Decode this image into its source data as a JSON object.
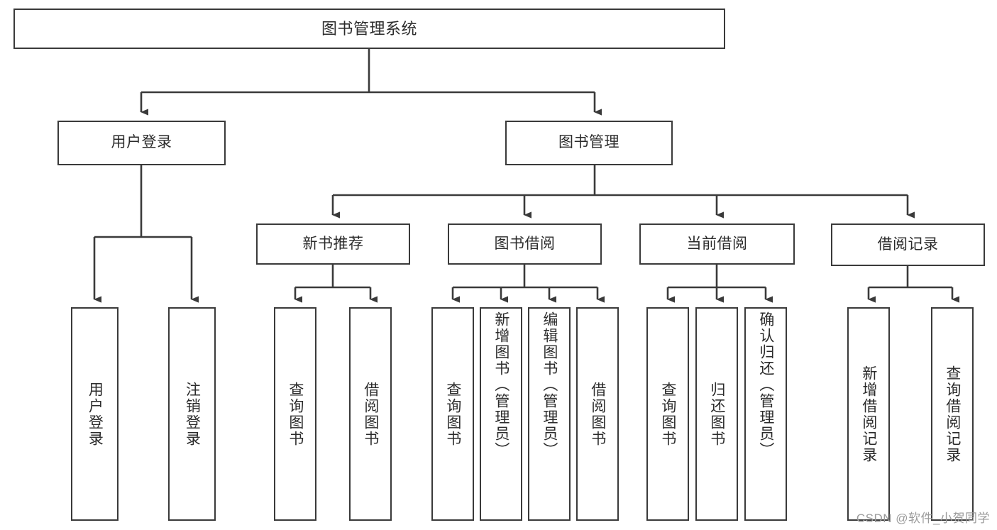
{
  "diagram": {
    "type": "tree-hierarchy",
    "title": "图书管理系统",
    "watermark": "CSDN @软件_小贺同学",
    "colors": {
      "background": "#ffffff",
      "stroke": "#3a3a3a",
      "text": "#2b2b2b",
      "watermark": "#9b9b9b"
    },
    "levels": [
      {
        "level": 1,
        "nodes": [
          {
            "id": "root",
            "label": "图书管理系统"
          }
        ]
      },
      {
        "level": 2,
        "nodes": [
          {
            "id": "user-login",
            "label": "用户登录",
            "parent": "root"
          },
          {
            "id": "book-manage",
            "label": "图书管理",
            "parent": "root"
          }
        ]
      },
      {
        "level": 3,
        "nodes": [
          {
            "id": "new-book-recommend",
            "label": "新书推荐",
            "parent": "book-manage"
          },
          {
            "id": "book-borrow",
            "label": "图书借阅",
            "parent": "book-manage"
          },
          {
            "id": "current-borrow",
            "label": "当前借阅",
            "parent": "book-manage"
          },
          {
            "id": "borrow-record",
            "label": "借阅记录",
            "parent": "book-manage"
          }
        ]
      },
      {
        "level": 4,
        "nodes": [
          {
            "id": "leaf-user-login",
            "label": "用户登录",
            "parent": "user-login"
          },
          {
            "id": "leaf-user-logout",
            "label": "注销登录",
            "parent": "user-login"
          },
          {
            "id": "leaf-query-book-1",
            "label": "查询图书",
            "parent": "new-book-recommend"
          },
          {
            "id": "leaf-borrow-book-1",
            "label": "借阅图书",
            "parent": "new-book-recommend"
          },
          {
            "id": "leaf-query-book-2",
            "label": "查询图书",
            "parent": "book-borrow"
          },
          {
            "id": "leaf-add-book",
            "label": "新增图书（管理员）",
            "parent": "book-borrow"
          },
          {
            "id": "leaf-edit-book",
            "label": "编辑图书（管理员）",
            "parent": "book-borrow"
          },
          {
            "id": "leaf-borrow-book-2",
            "label": "借阅图书",
            "parent": "book-borrow"
          },
          {
            "id": "leaf-query-book-3",
            "label": "查询图书",
            "parent": "current-borrow"
          },
          {
            "id": "leaf-return-book",
            "label": "归还图书",
            "parent": "current-borrow"
          },
          {
            "id": "leaf-confirm-return",
            "label": "确认归还（管理员）",
            "parent": "current-borrow"
          },
          {
            "id": "leaf-add-record",
            "label": "新增借阅记录",
            "parent": "borrow-record"
          },
          {
            "id": "leaf-query-record",
            "label": "查询借阅记录",
            "parent": "borrow-record"
          }
        ]
      }
    ]
  }
}
